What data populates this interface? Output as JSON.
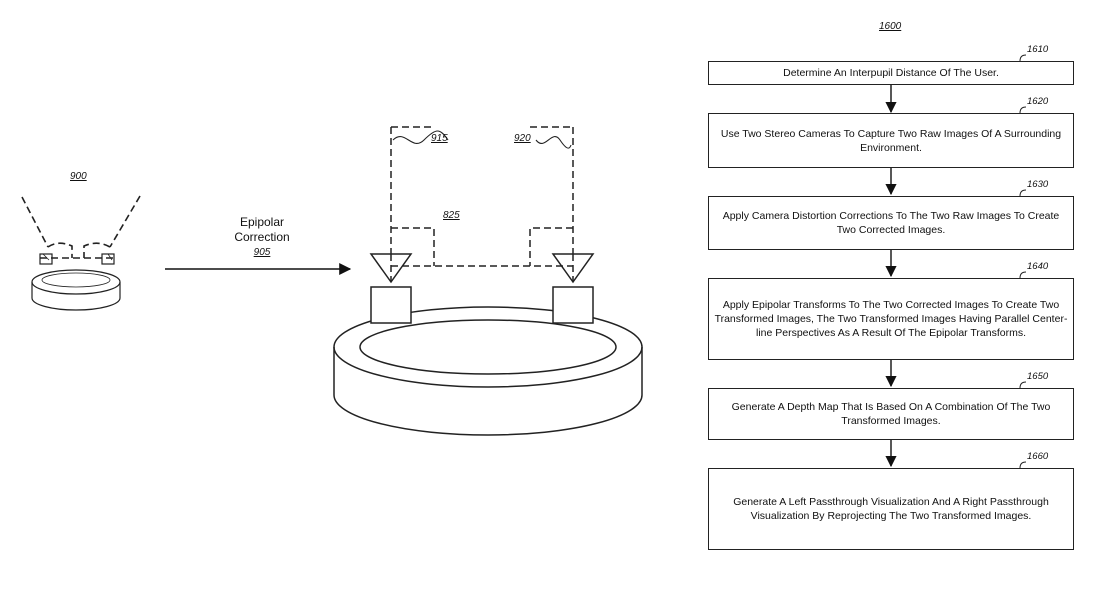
{
  "figure_left": {
    "ref_900": "900",
    "correction_label_line1": "Epipolar",
    "correction_label_line2": "Correction",
    "ref_905": "905",
    "ref_915": "915",
    "ref_920": "920",
    "ref_825": "825"
  },
  "flowchart": {
    "ref": "1600",
    "steps": [
      {
        "ref": "1610",
        "text": "Determine An Interpupil Distance Of The User."
      },
      {
        "ref": "1620",
        "text": "Use Two Stereo Cameras To Capture Two Raw Images Of A Surrounding Environment."
      },
      {
        "ref": "1630",
        "text": "Apply Camera Distortion Corrections To The Two Raw Images To Create Two Corrected Images."
      },
      {
        "ref": "1640",
        "text": "Apply Epipolar Transforms To The Two Corrected Images To Create Two Transformed Images, The Two Transformed Images Having Parallel Center-line Perspectives As A Result Of The Epipolar Transforms."
      },
      {
        "ref": "1650",
        "text": "Generate A Depth Map That Is Based On A Combination Of The Two Transformed Images."
      },
      {
        "ref": "1660",
        "text": "Generate A Left Passthrough Visualization And A Right Passthrough Visualization By Reprojecting The Two Transformed Images."
      }
    ]
  }
}
